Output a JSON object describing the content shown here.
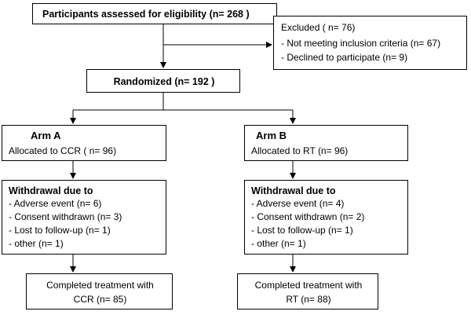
{
  "assessed": {
    "title": "Participants assessed for eligibility (n= 268 )"
  },
  "excluded": {
    "title": "Excluded ( n= 76)",
    "items": [
      "- Not meeting inclusion criteria (n= 67)",
      "- Declined to participate (n= 9)"
    ]
  },
  "randomized": {
    "title": "Randomized (n= 192 )"
  },
  "arm_a": {
    "name": "Arm A",
    "allocation": "Allocated to CCR ( n= 96)",
    "withdrawal_title": "Withdrawal due to",
    "withdrawal_items": [
      "- Adverse event  (n=  6)",
      "- Consent withdrawn (n= 3)",
      "- Lost to follow-up  (n= 1)",
      "- other  (n= 1)"
    ],
    "completed": [
      "Completed treatment with",
      "CCR (n= 85)"
    ]
  },
  "arm_b": {
    "name": "Arm  B",
    "allocation": "Allocated to RT (n= 96)",
    "withdrawal_title": "Withdrawal due to",
    "withdrawal_items": [
      "- Adverse event  (n= 4)",
      "- Consent withdrawn (n= 2)",
      "- Lost to follow-up  (n= 1)",
      "- other  (n= 1)"
    ],
    "completed": [
      "Completed treatment with",
      "RT (n= 88)"
    ]
  }
}
